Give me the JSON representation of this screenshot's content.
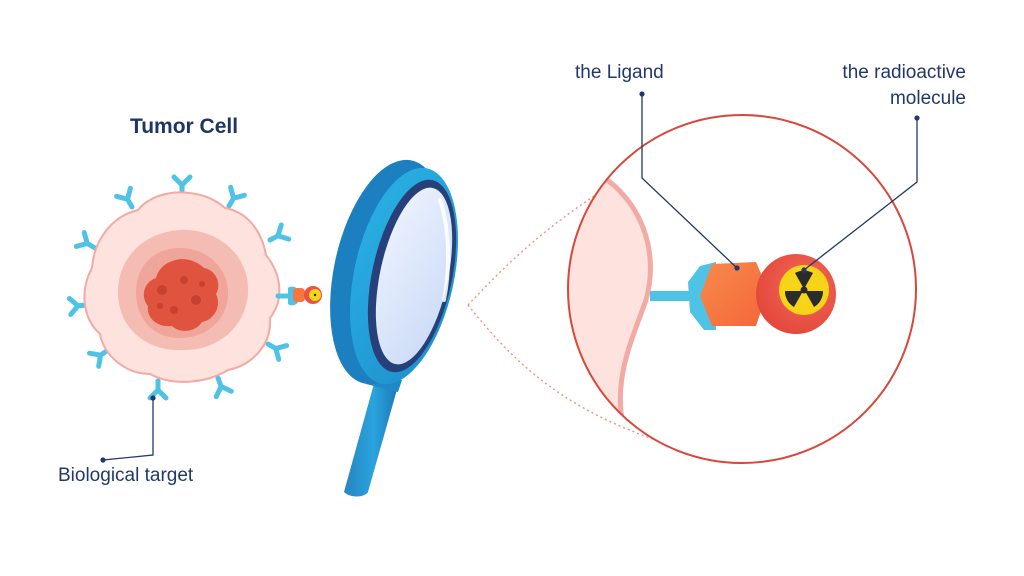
{
  "labels": {
    "title": "Tumor Cell",
    "target": "Biological target",
    "ligand": "the Ligand",
    "radio_line1": "the radioactive",
    "radio_line2": "molecule"
  },
  "colors": {
    "text": "#22386a",
    "receptor": "#4fc3e6",
    "cell_outer": "#fde2de",
    "cell_outline": "#f2aaa4",
    "cell_mid": "#f5bcb4",
    "nucleus": "#e0533f",
    "ligand": "#f7763f",
    "radio_shell": "#ec5145",
    "radio_core": "#f7d418",
    "magnifier_rim": "#1fa8d8",
    "magnifier_inner_rim": "#27407a",
    "zoom_circle": "#d9473a"
  },
  "icons": {
    "radioactive": "radiation-trefoil-icon",
    "magnifier": "magnifying-glass-icon"
  }
}
